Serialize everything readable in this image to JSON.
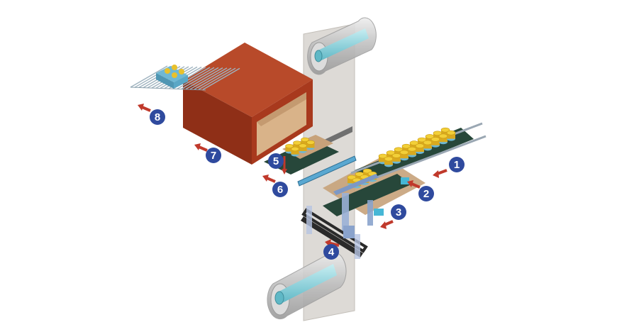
{
  "diagram": {
    "steps": [
      {
        "number": "1",
        "direction": "left"
      },
      {
        "number": "2",
        "direction": "left"
      },
      {
        "number": "3",
        "direction": "left"
      },
      {
        "number": "4",
        "direction": "left"
      },
      {
        "number": "5",
        "direction": "down"
      },
      {
        "number": "6",
        "direction": "left"
      },
      {
        "number": "7",
        "direction": "left"
      },
      {
        "number": "8",
        "direction": "left"
      }
    ],
    "colors": {
      "badge": "#2f4a9e",
      "arrow": "#c0392b",
      "shrink_tunnel": "#a8391d",
      "tunnel_inside": "#d9b389",
      "film": "#d8d4cf",
      "cup": "#e9c12c",
      "cup_base": "#6fb8d4",
      "conveyor": "#27473a",
      "tray": "#c7a27a"
    }
  }
}
